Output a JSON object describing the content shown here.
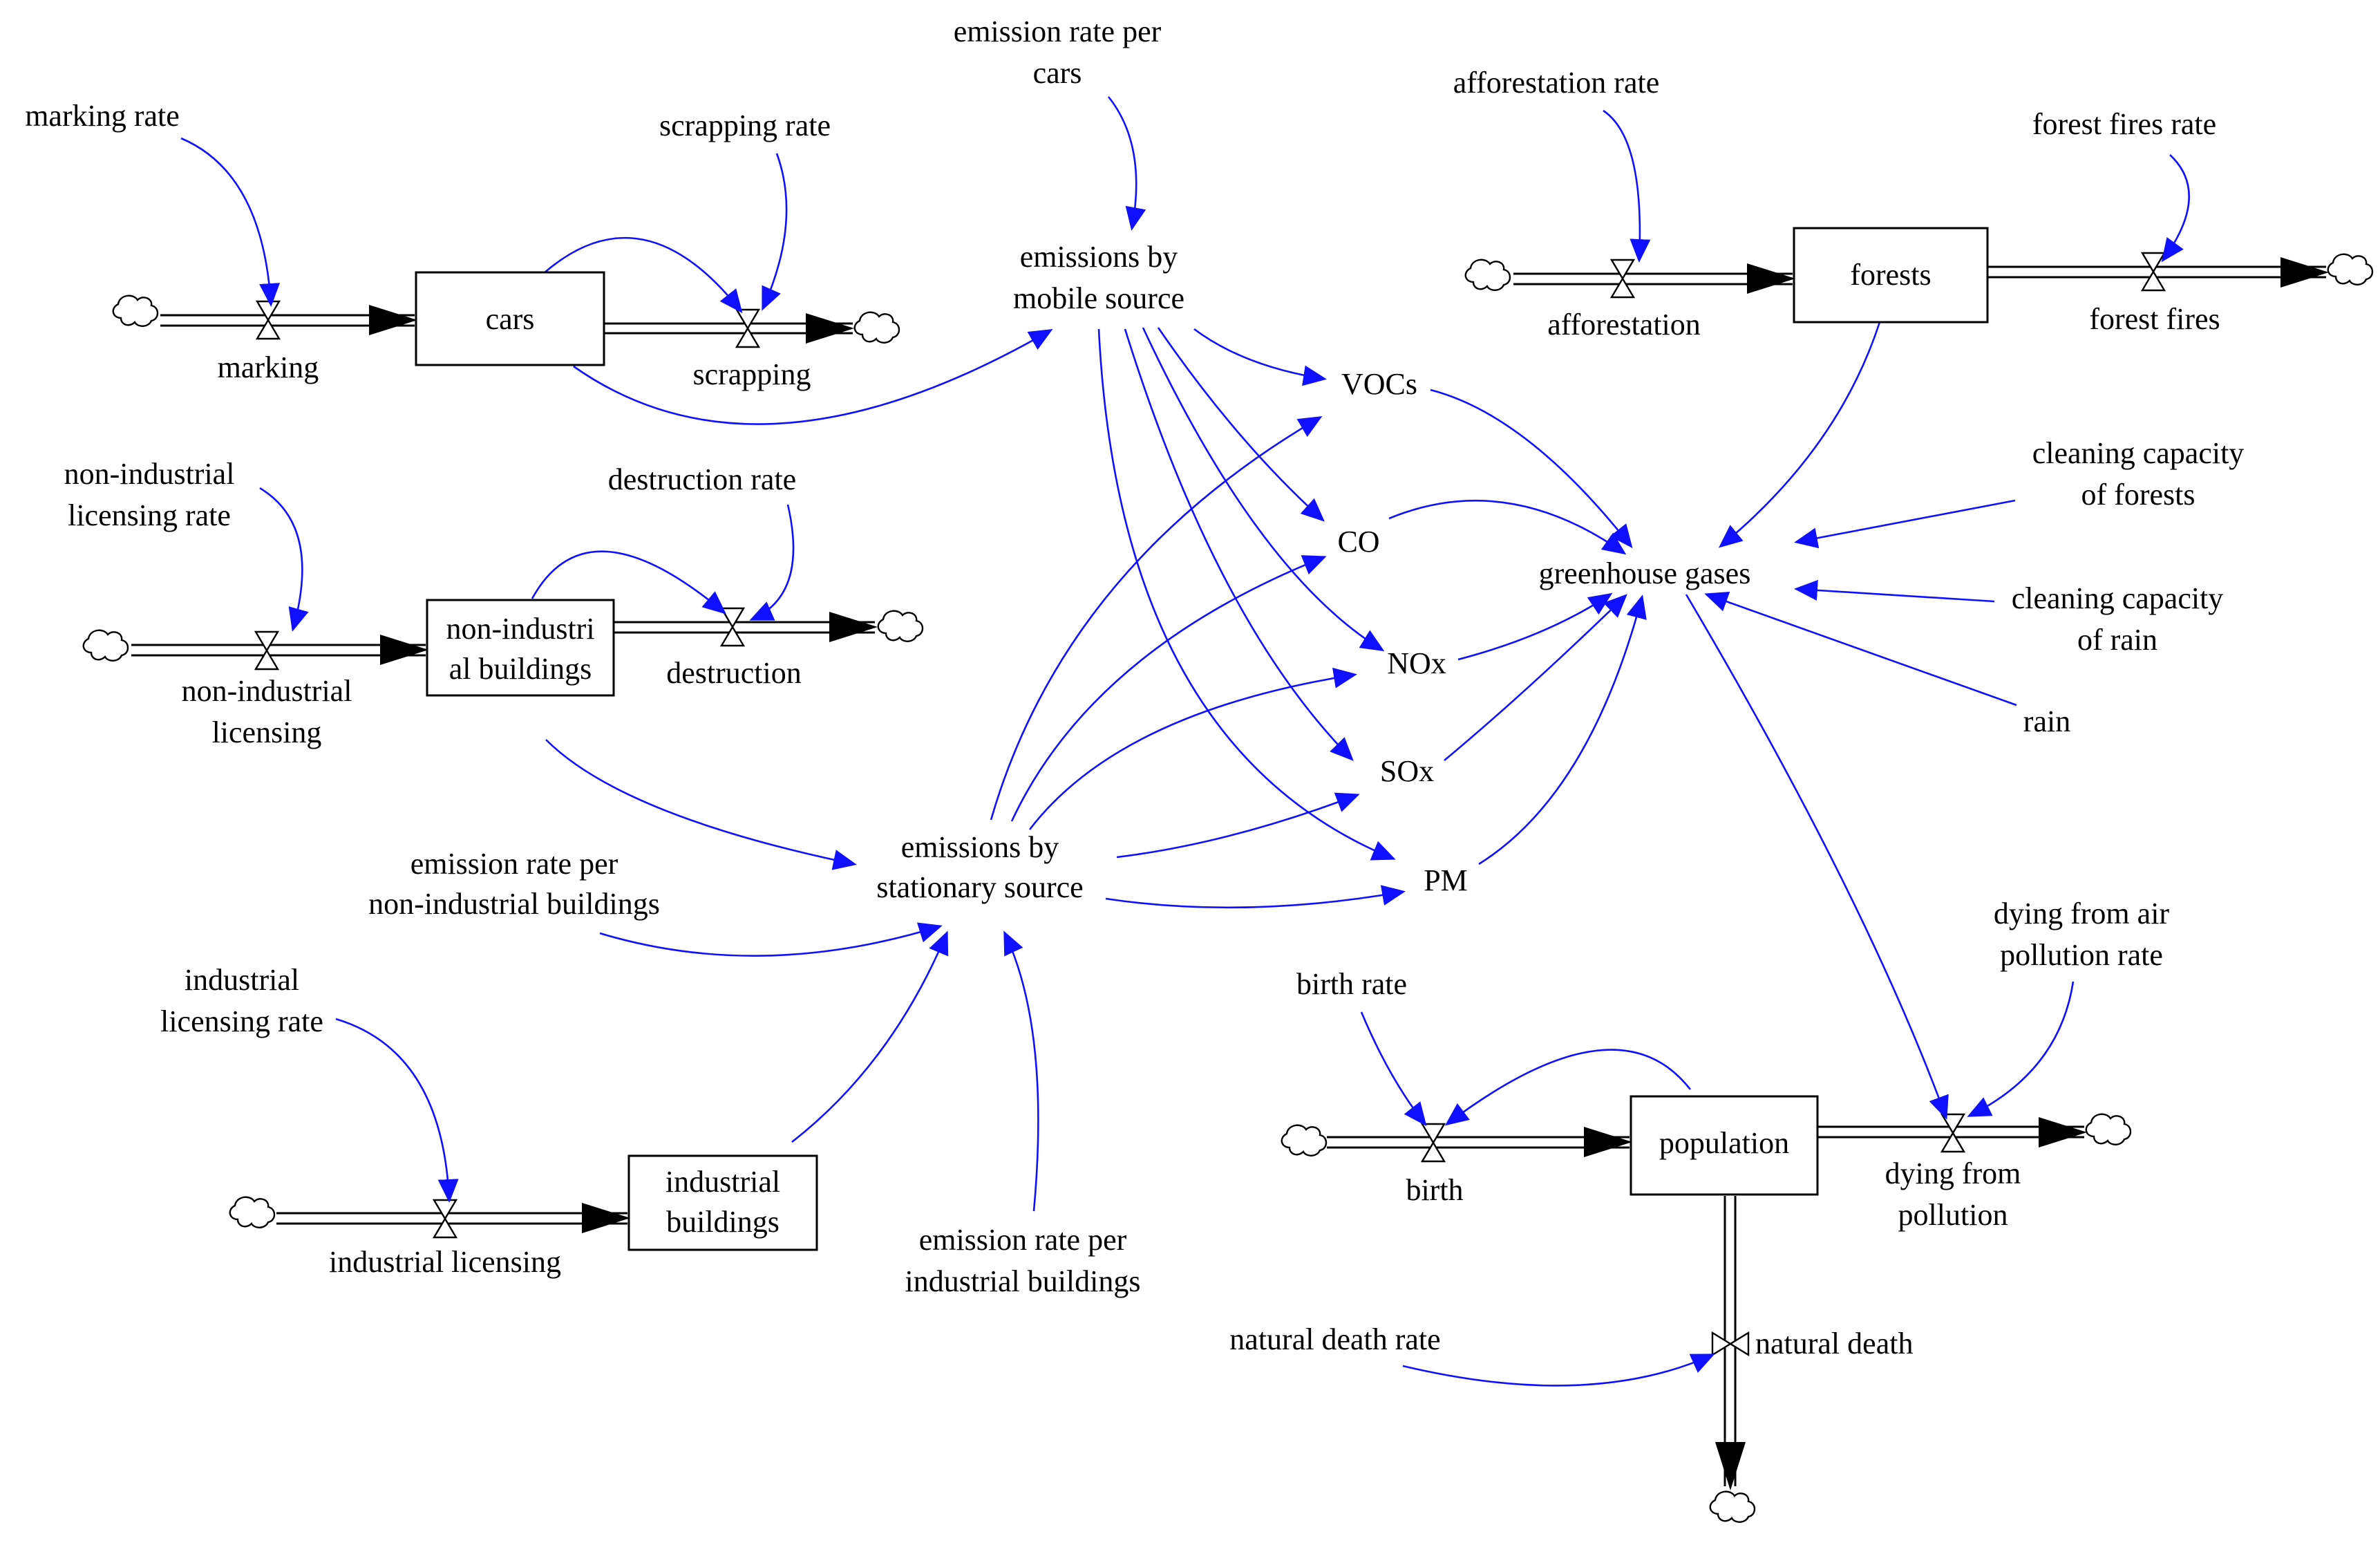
{
  "stocks": {
    "cars": "cars",
    "non_industrial_buildings_line1": "non-industri",
    "non_industrial_buildings_line2": "al buildings",
    "industrial_buildings_line1": "industrial",
    "industrial_buildings_line2": "buildings",
    "forests": "forests",
    "population": "population"
  },
  "flows": {
    "marking": "marking",
    "scrapping": "scrapping",
    "non_industrial_licensing_line1": "non-industrial",
    "non_industrial_licensing_line2": "licensing",
    "destruction": "destruction",
    "industrial_licensing": "industrial licensing",
    "afforestation": "afforestation",
    "forest_fires": "forest fires",
    "birth": "birth",
    "dying_from_pollution_line1": "dying from",
    "dying_from_pollution_line2": "pollution",
    "natural_death": "natural death"
  },
  "variables": {
    "marking_rate": "marking rate",
    "scrapping_rate": "scrapping rate",
    "emission_rate_per_cars_line1": "emission rate per",
    "emission_rate_per_cars_line2": "cars",
    "emissions_by_mobile_source_line1": "emissions by",
    "emissions_by_mobile_source_line2": "mobile source",
    "non_industrial_licensing_rate_line1": "non-industrial",
    "non_industrial_licensing_rate_line2": "licensing rate",
    "destruction_rate": "destruction rate",
    "emission_rate_per_non_industrial_line1": "emission rate per",
    "emission_rate_per_non_industrial_line2": "non-industrial buildings",
    "emissions_by_stationary_source_line1": "emissions by",
    "emissions_by_stationary_source_line2": "stationary source",
    "industrial_licensing_rate_line1": "industrial",
    "industrial_licensing_rate_line2": "licensing rate",
    "emission_rate_per_industrial_line1": "emission rate per",
    "emission_rate_per_industrial_line2": "industrial buildings",
    "vocs": "VOCs",
    "co": "CO",
    "nox": "NOx",
    "sox": "SOx",
    "pm": "PM",
    "greenhouse_gases": "greenhouse gases",
    "afforestation_rate": "afforestation rate",
    "forest_fires_rate": "forest fires rate",
    "cleaning_capacity_forests_line1": "cleaning capacity",
    "cleaning_capacity_forests_line2": "of forests",
    "cleaning_capacity_rain_line1": "cleaning capacity",
    "cleaning_capacity_rain_line2": "of rain",
    "rain": "rain",
    "birth_rate": "birth rate",
    "dying_from_air_pollution_rate_line1": "dying from air",
    "dying_from_air_pollution_rate_line2": "pollution rate",
    "natural_death_rate": "natural death rate"
  },
  "colors": {
    "link": "#1010ff",
    "flow": "#000000",
    "background": "#ffffff"
  }
}
